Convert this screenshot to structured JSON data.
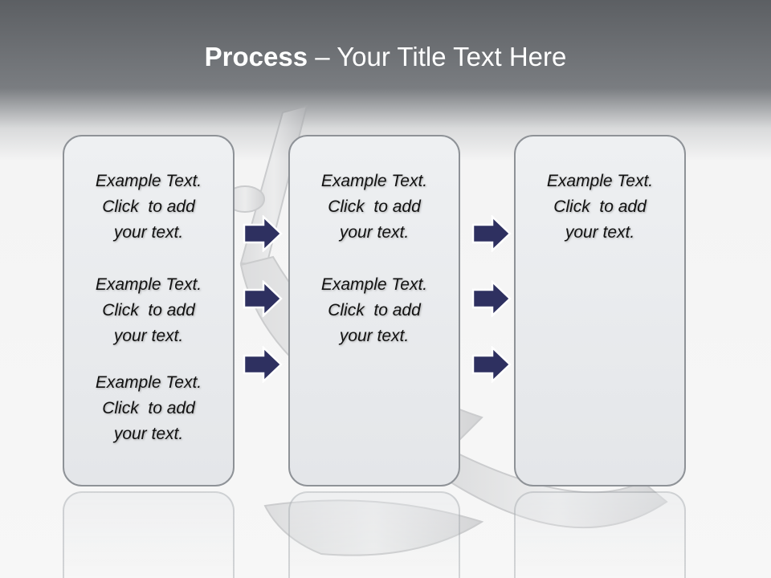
{
  "slide": {
    "title_bold": "Process",
    "title_rest": " – Your Title Text Here"
  },
  "columns": [
    {
      "blocks": [
        [
          "Example Text.",
          "Click  to add",
          "your text."
        ],
        [
          "Example Text.",
          "Click  to add",
          "your text."
        ],
        [
          "Example Text.",
          "Click  to add",
          "your text."
        ]
      ]
    },
    {
      "blocks": [
        [
          "Example Text.",
          "Click  to add",
          "your text."
        ],
        [
          "Example Text.",
          "Click  to add",
          "your text."
        ]
      ]
    },
    {
      "blocks": [
        [
          "Example Text.",
          "Click  to add",
          "your text."
        ]
      ]
    }
  ],
  "colors": {
    "arrow_fill": "#2e3060",
    "arrow_stroke": "#ffffff",
    "box_border": "#8e9297",
    "title_band": "#5c5f63"
  },
  "background_image": "anchor"
}
